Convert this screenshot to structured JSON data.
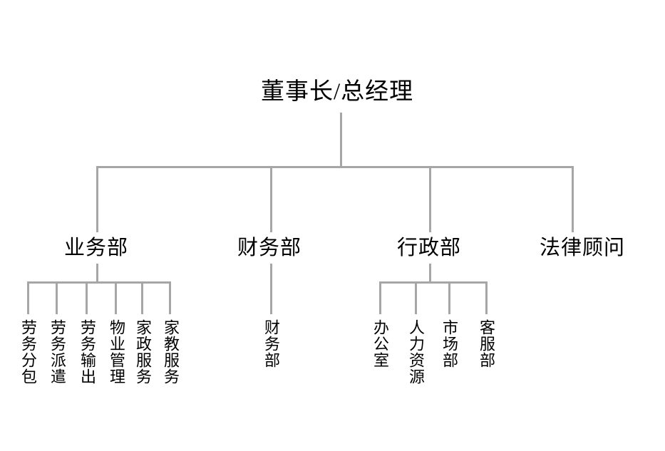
{
  "chart_data": {
    "type": "diagram",
    "diagram_type": "organization-chart",
    "title": "",
    "orientation": "top-down",
    "line_color": "#a6a6a6",
    "text_color": "#000000",
    "background": "#ffffff",
    "root": {
      "label": "董事长/总经理",
      "children": [
        {
          "label": "业务部",
          "children": [
            {
              "label": "劳务分包"
            },
            {
              "label": "劳务派遣"
            },
            {
              "label": "劳务输出"
            },
            {
              "label": "物业管理"
            },
            {
              "label": "家政服务"
            },
            {
              "label": "家教服务"
            }
          ]
        },
        {
          "label": "财务部",
          "children": [
            {
              "label": "财务部"
            }
          ]
        },
        {
          "label": "行政部",
          "children": [
            {
              "label": "办公室"
            },
            {
              "label": "人力资源"
            },
            {
              "label": "市场部"
            },
            {
              "label": "客服部"
            }
          ]
        },
        {
          "label": "法律顾问",
          "children": []
        }
      ]
    }
  },
  "root": {
    "label": "董事长/总经理"
  },
  "level2": {
    "business": "业务部",
    "finance": "财务部",
    "admin": "行政部",
    "legal": "法律顾问"
  },
  "business_leaves": [
    "劳务分包",
    "劳务派遣",
    "劳务输出",
    "物业管理",
    "家政服务",
    "家教服务"
  ],
  "finance_leaves": [
    "财务部"
  ],
  "admin_leaves": [
    "办公室",
    "人力资源",
    "市场部",
    "客服部"
  ]
}
